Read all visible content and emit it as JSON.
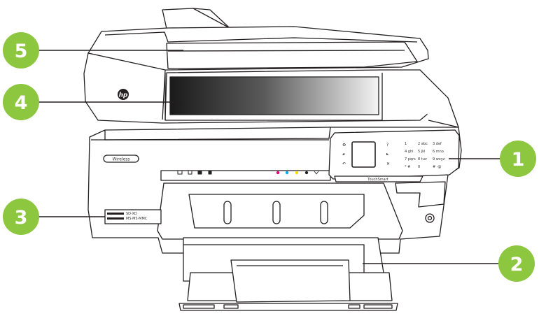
{
  "callouts": [
    {
      "number": "1"
    },
    {
      "number": "2"
    },
    {
      "number": "3"
    },
    {
      "number": "4"
    },
    {
      "number": "5"
    }
  ],
  "printer_labels": {
    "brand_logo": "hp",
    "wireless_badge": "Wireless",
    "touchsmart": "TouchSmart",
    "card_slot_line1": "SD·XD",
    "card_slot_line2": "MS·MS·MMC"
  },
  "keypad_keys": [
    "1",
    "2 abc",
    "3 def",
    "4 ghi",
    "5 jkl",
    "6 mno",
    "7 pqrs",
    "8 tuv",
    "9 wxyz",
    "* #",
    "0",
    "# ·@"
  ],
  "colors": {
    "callout_green": "#8dc63f",
    "line": "#231f20",
    "ink_magenta": "#e6007e",
    "ink_cyan": "#00aeef",
    "ink_yellow": "#ffde00",
    "ink_black": "#231f20"
  }
}
